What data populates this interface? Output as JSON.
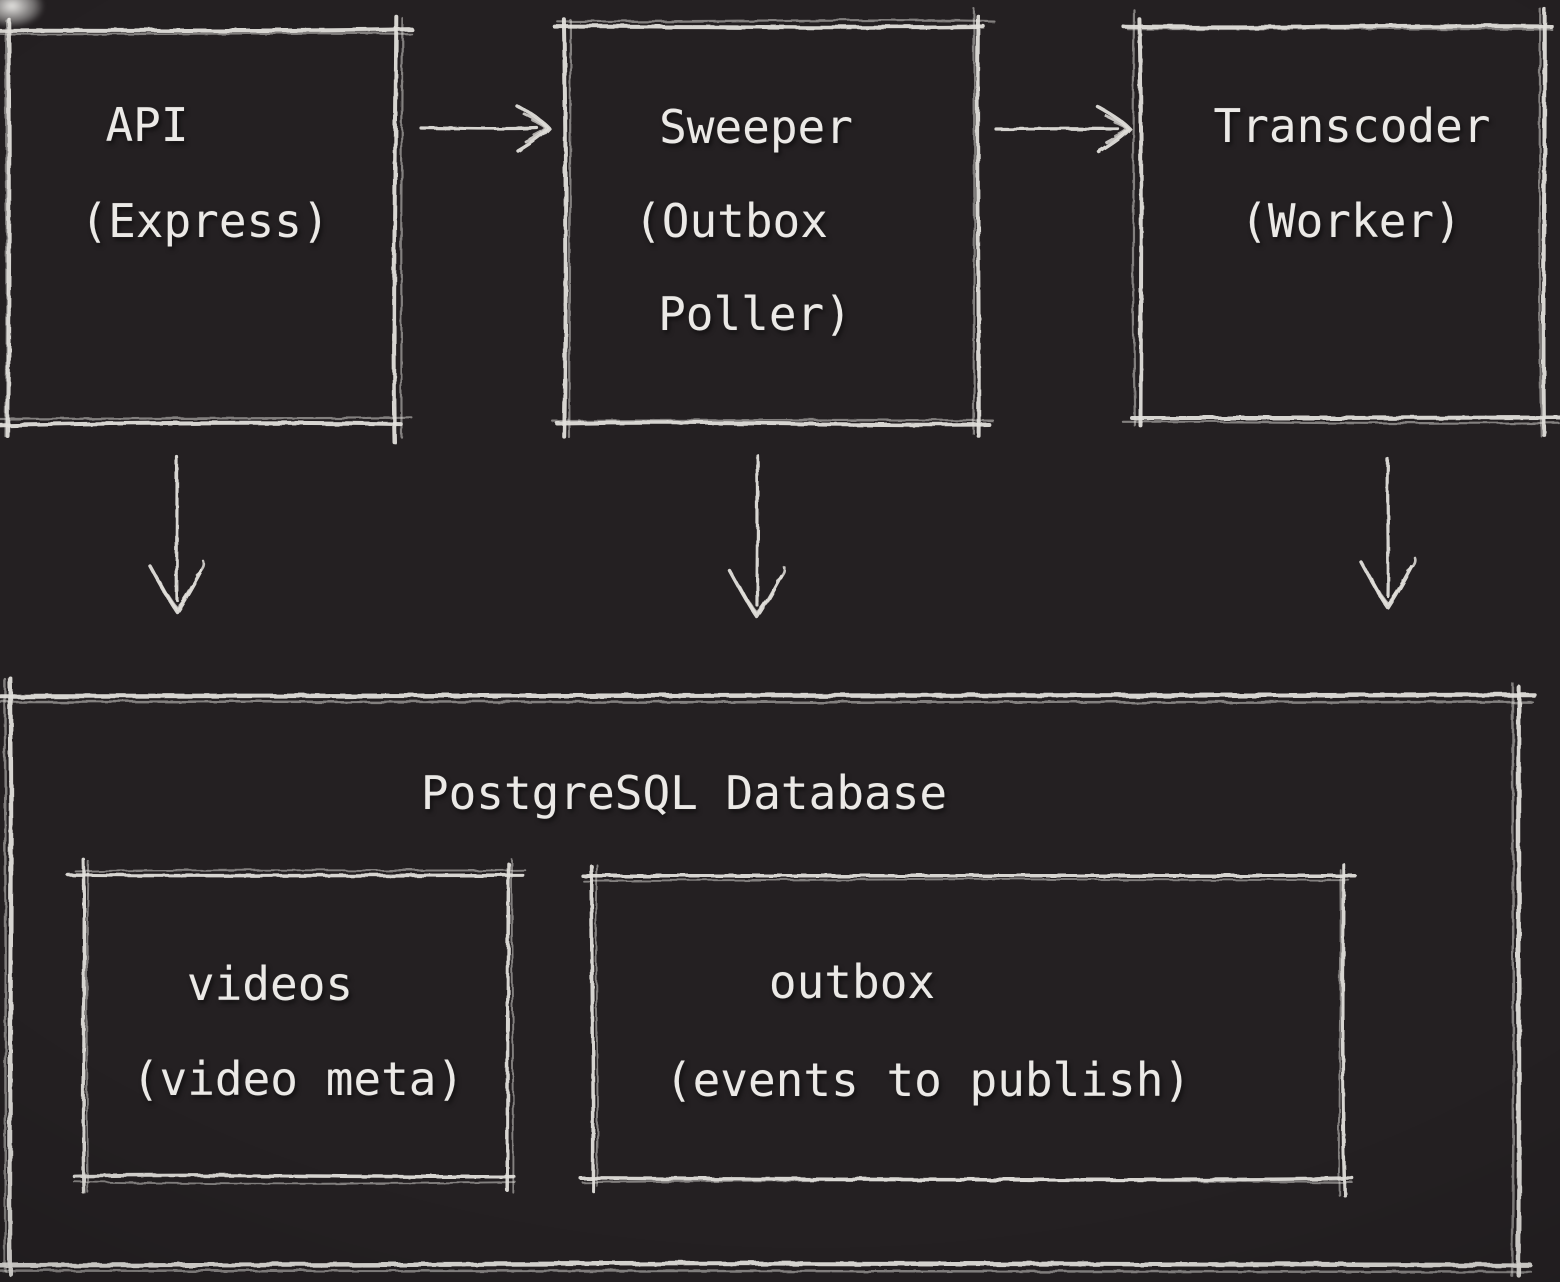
{
  "colors": {
    "background": "#242022",
    "stroke": "#e2dfdb",
    "text": "#ebe9e6"
  },
  "nodes": {
    "api": {
      "line1": "API",
      "line2": "(Express)"
    },
    "sweeper": {
      "line1": "Sweeper",
      "line2": "(Outbox",
      "line3": "Poller)"
    },
    "transcoder": {
      "line1": "Transcoder",
      "line2": "(Worker)"
    },
    "database": {
      "title": "PostgreSQL Database"
    },
    "videos": {
      "line1": "videos",
      "line2": "(video meta)"
    },
    "outbox": {
      "line1": "outbox",
      "line2": "(events to publish)"
    }
  },
  "edges": [
    {
      "from": "API (Express)",
      "to": "Sweeper (Outbox Poller)",
      "direction": "right"
    },
    {
      "from": "Sweeper (Outbox Poller)",
      "to": "Transcoder (Worker)",
      "direction": "right"
    },
    {
      "from": "API (Express)",
      "to": "PostgreSQL Database",
      "direction": "down"
    },
    {
      "from": "Sweeper (Outbox Poller)",
      "to": "PostgreSQL Database",
      "direction": "down"
    },
    {
      "from": "Transcoder (Worker)",
      "to": "PostgreSQL Database",
      "direction": "down"
    }
  ]
}
